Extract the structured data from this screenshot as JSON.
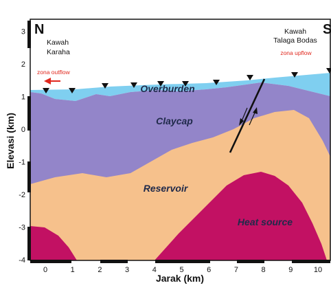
{
  "axes": {
    "ylabel": "Elevasi (km)",
    "xlabel": "Jarak (km)",
    "y_ticks": [
      "3",
      "2",
      "1",
      "0",
      "-1",
      "-2",
      "-3",
      "-4"
    ],
    "x_ticks": [
      "0",
      "1",
      "2",
      "3",
      "4",
      "5",
      "6",
      "7",
      "8",
      "9",
      "10"
    ],
    "ylim": [
      -4,
      3.3
    ],
    "xlim": [
      -0.6,
      10.6
    ]
  },
  "directions": {
    "left": "N",
    "right": "S"
  },
  "places": {
    "left_line1": "Kawah",
    "left_line2": "Karaha",
    "right_line1": "Kawah",
    "right_line2": "Talaga Bodas"
  },
  "zones": {
    "outflow": "zona outflow",
    "upflow": "zona upflow"
  },
  "units": {
    "overburden": "Overburden",
    "claycap": "Claycap",
    "reservoir": "Reservoir",
    "heat_source": "Heat source"
  },
  "colors": {
    "overburden": "#7fcff0",
    "claycap": "#9385c9",
    "reservoir": "#f6c18c",
    "heat_source": "#c21163",
    "arrow": "#e0281e"
  }
}
